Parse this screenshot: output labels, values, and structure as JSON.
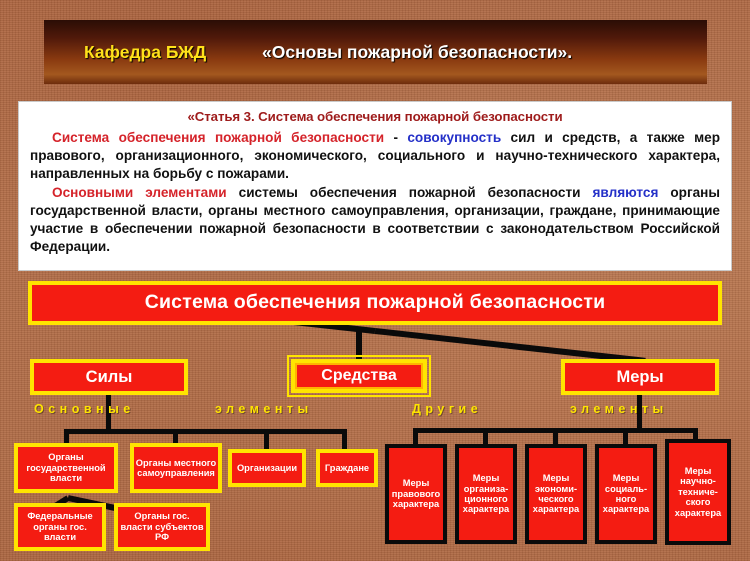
{
  "header": {
    "department": "Кафедра БЖД",
    "title": "«Основы пожарной безопасности»."
  },
  "article": {
    "heading": "«Статья 3. Система обеспечения пожарной безопасности",
    "p1_red": "Система обеспечения пожарной безопасности",
    "p1_mid": " - ",
    "p1_blue": "совокупность",
    "p1_rest": " сил и средств, а также мер правового, организационного, экономического, социального и научно-технического характера, направленных на борьбу с пожарами.",
    "p2_red": "Основными элементами",
    "p2_mid": " системы обеспечения пожарной безопасности ",
    "p2_blue": "являются",
    "p2_rest": " органы государственной власти, органы местного самоуправления, организации, граждане, принимающие участие в обеспечении пожарной безопасности в соответствии с законодательством Российской Федерации."
  },
  "diagram": {
    "root": "Система обеспечения пожарной безопасности",
    "level1": [
      {
        "id": "sily",
        "label": "Силы"
      },
      {
        "id": "sredstva",
        "label": "Средства"
      },
      {
        "id": "mery",
        "label": "Меры"
      }
    ],
    "group_labels": {
      "osnovnye": "Основные",
      "elementy_left": "элементы",
      "drugie": "Другие",
      "elementy_right": "элементы"
    },
    "forces_nodes": [
      {
        "id": "gos",
        "label": "Органы государственной власти"
      },
      {
        "id": "mest",
        "label": "Органы местного самоуправления"
      },
      {
        "id": "org",
        "label": "Организации"
      },
      {
        "id": "grazh",
        "label": "Граждане"
      }
    ],
    "gov_sub_nodes": [
      {
        "id": "fed",
        "label": "Федеральные органы гос. власти"
      },
      {
        "id": "subj",
        "label": "Органы гос. власти субъектов РФ"
      }
    ],
    "measures_nodes": [
      {
        "id": "m1",
        "label": "Меры правового характера"
      },
      {
        "id": "m2",
        "label": "Меры организа-ционного характера"
      },
      {
        "id": "m3",
        "label": "Меры экономи-ческого характера"
      },
      {
        "id": "m4",
        "label": "Меры социаль-ного характера"
      },
      {
        "id": "m5",
        "label": "Меры научно-техниче-ского характера"
      }
    ]
  },
  "colors": {
    "node_fill": "#f41c12",
    "node_border_yellow": "#ffe400",
    "node_border_black": "#0a0a0a",
    "background": "#b5714b",
    "heading_red": "#9e1b1b",
    "highlight_red": "#d5232a",
    "highlight_blue": "#2430c8",
    "header_yellow": "#ffe11a"
  }
}
